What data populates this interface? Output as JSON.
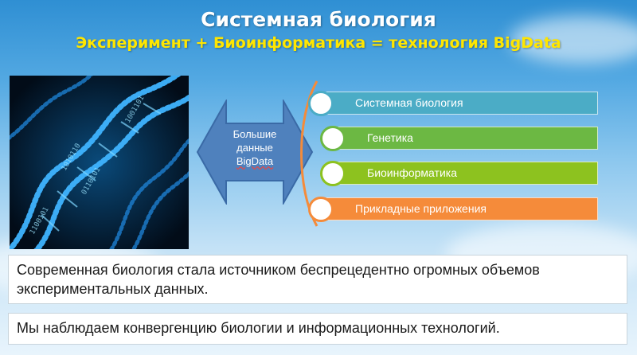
{
  "header": {
    "title": "Системная биология",
    "subtitle": "Эксперимент + Биоинформатика = технология BigData"
  },
  "arrow": {
    "lines": [
      "Большие",
      "данные",
      "BigData"
    ]
  },
  "list": [
    {
      "label": "Системная биология",
      "color": "#4bacc6"
    },
    {
      "label": "Генетика",
      "color": "#6cb843"
    },
    {
      "label": "Биоинформатика",
      "color": "#8dc21f"
    },
    {
      "label": "Прикладные приложения",
      "color": "#f58b3a"
    }
  ],
  "notes": [
    "Современная биология стала источником беспрецедентно огромных объемов экспериментальных данных.",
    "Мы наблюдаем конвергенцию биологии и информационных технологий."
  ],
  "colors": {
    "title": "#ffffff",
    "subtitle": "#ffe600",
    "arrow_fill": "#4f81bd"
  }
}
